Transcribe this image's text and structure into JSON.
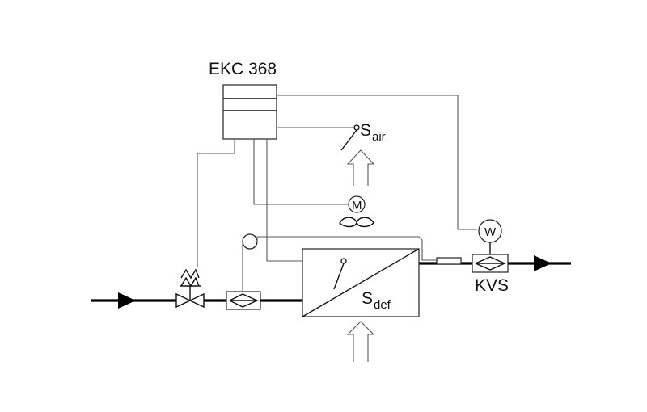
{
  "controller": {
    "label": "EKC 368"
  },
  "air_sensor": {
    "symbol": "S",
    "subscript": "air"
  },
  "defrost_sensor": {
    "symbol": "S",
    "subscript": "def"
  },
  "fan_motor": {
    "symbol": "M"
  },
  "valve_actuator": {
    "symbol": "W"
  },
  "valve": {
    "label": "KVS"
  },
  "colors": {
    "pipe": "#000000",
    "wire": "#555555",
    "box_stroke": "#222222"
  }
}
